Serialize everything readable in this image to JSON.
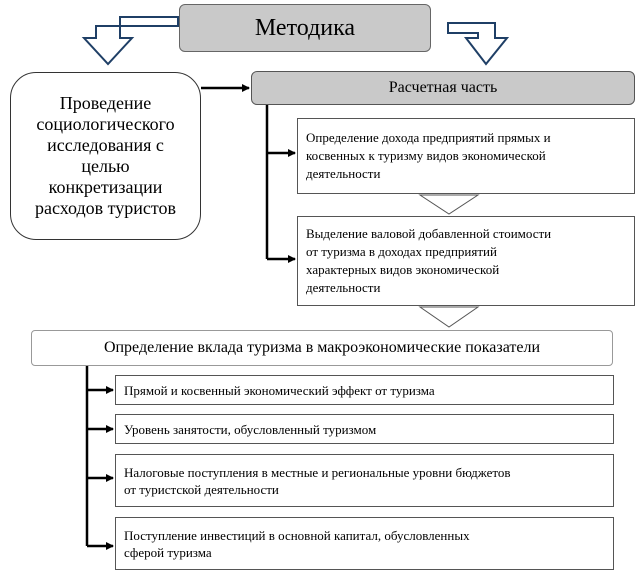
{
  "title": "Методика",
  "left_block": {
    "lines": [
      "Проведение",
      "социологического",
      "исследования с",
      "целью",
      "конкретизации",
      "расходов туристов"
    ]
  },
  "calculation": {
    "header": "Расчетная часть",
    "steps": [
      {
        "lines": [
          "Определение дохода предприятий прямых и",
          "косвенных к туризму видов экономической",
          "деятельности"
        ]
      },
      {
        "lines": [
          "Выделение валовой добавленной стоимости",
          "от туризма в доходах предприятий",
          "характерных видов экономической",
          "деятельности"
        ]
      }
    ]
  },
  "macro": {
    "header": "Определение вклада туризма в макроэкономические показатели",
    "items": [
      {
        "lines": [
          "Прямой и косвенный экономический эффект  от туризма"
        ]
      },
      {
        "lines": [
          "Уровень занятости, обусловленный туризмом"
        ]
      },
      {
        "lines": [
          "Налоговые поступления в местные и региональные уровни бюджетов",
          "от туристской деятельности"
        ]
      },
      {
        "lines": [
          "Поступление инвестиций в основной капитал, обусловленных",
          "сферой туризма"
        ]
      }
    ]
  }
}
